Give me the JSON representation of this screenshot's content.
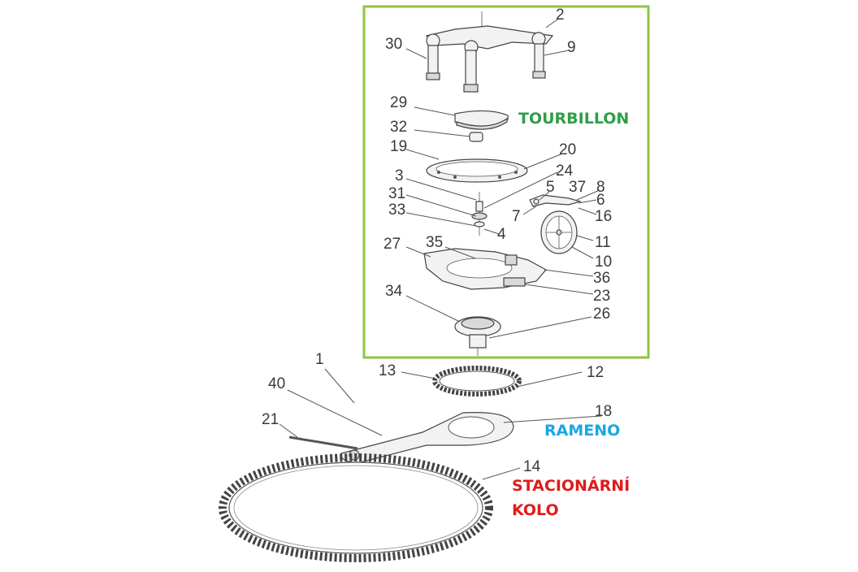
{
  "labels": {
    "tourbillon": "TOURBILLON",
    "rameno": "RAMENO",
    "stationary_1": "STACIONÁRNÍ",
    "stationary_2": "KOLO"
  },
  "colors": {
    "tourbillon": "#2e9e48",
    "rameno": "#1aa7e0",
    "stationary": "#e01b1b",
    "frame": "#8cc63f"
  },
  "part_numbers": {
    "n1": "1",
    "n2": "2",
    "n3": "3",
    "n4": "4",
    "n5": "5",
    "n6": "6",
    "n7": "7",
    "n8": "8",
    "n9": "9",
    "n10": "10",
    "n11": "11",
    "n12": "12",
    "n13": "13",
    "n14": "14",
    "n16": "16",
    "n18": "18",
    "n19": "19",
    "n20": "20",
    "n21": "21",
    "n23": "23",
    "n24": "24",
    "n26": "26",
    "n27": "27",
    "n29": "29",
    "n30": "30",
    "n31": "31",
    "n32": "32",
    "n33": "33",
    "n34": "34",
    "n35": "35",
    "n36": "36",
    "n37": "37",
    "n40": "40"
  }
}
